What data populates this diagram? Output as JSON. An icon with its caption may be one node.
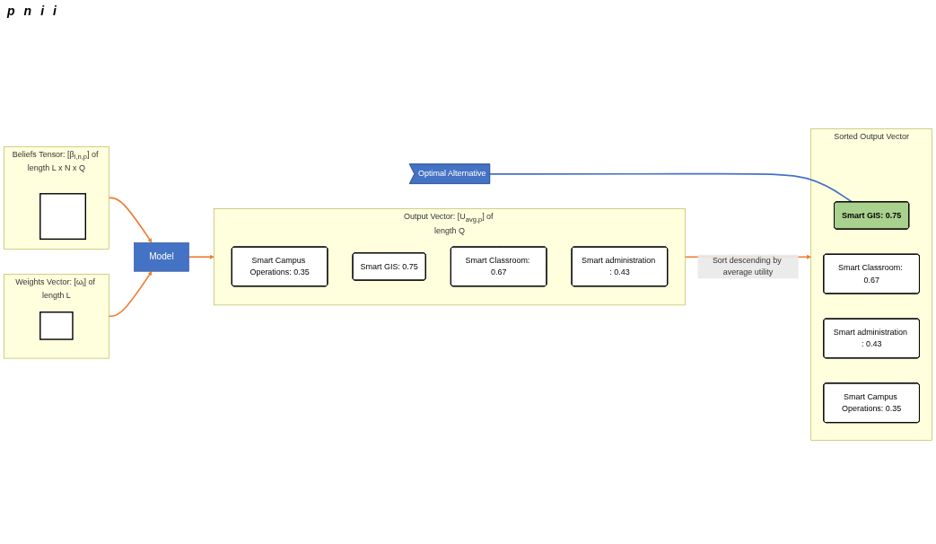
{
  "diagram": {
    "nodes": [
      {
        "text": [
          "Beliefs Tensor: [β$_{i,n,p}$] of length L x N x Q"
        ]
      },
      {
        "text": [],
        "shape": "box",
        "in": 0
      },
      {
        "text": [
          "Weights Vector: [ω$_{i}$] of length L"
        ]
      },
      {
        "text": [],
        "shape": "bar",
        "in": 2
      },
      {
        "text": [
          "Model"
        ]
      },
      {
        "text": [
          "Output Vector: [U$_{avg,p}$] of length Q"
        ]
      },
      {
        "text": [
          "Smart Campus Operations: 0.35"
        ],
        "in": 5
      },
      {
        "text": [
          "Smart GIS: 0.75"
        ],
        "in": 5
      },
      {
        "text": [
          "Smart Classroom: 0.67"
        ],
        "in": 5
      },
      {
        "text": [
          "Smart administration : 0.43"
        ],
        "in": 5
      },
      {
        "text": [
          "Sorted Output Vector"
        ]
      },
      {
        "text": [
          "Smart GIS: 0.75"
        ],
        "in": 10
      },
      {
        "text": [
          "Smart Classroom: 0.67"
        ],
        "in": 10
      },
      {
        "text": [
          "Smart administration : 0.43"
        ],
        "in": 10
      },
      {
        "text": [
          "Smart Campus Operations: 0.35"
        ],
        "in": 10
      },
      {
        "text": [
          "Optimal Alternative"
        ]
      }
    ],
    "edges": [
      {
        "from": 0,
        "to": 4,
        "arrow": "to"
      },
      {
        "from": 2,
        "to": 4,
        "arrow": "to"
      },
      {
        "from": 4,
        "to": 5,
        "arrow": "to"
      },
      {
        "from": 5,
        "to": 10,
        "arrow": "to",
        "label": "Sort descending by average utility"
      },
      {
        "from": 15,
        "to": 11,
        "arrow": "none",
        "color": "#4472c4"
      }
    ],
    "labels": [
      "p",
      "n",
      "i",
      "i"
    ]
  }
}
